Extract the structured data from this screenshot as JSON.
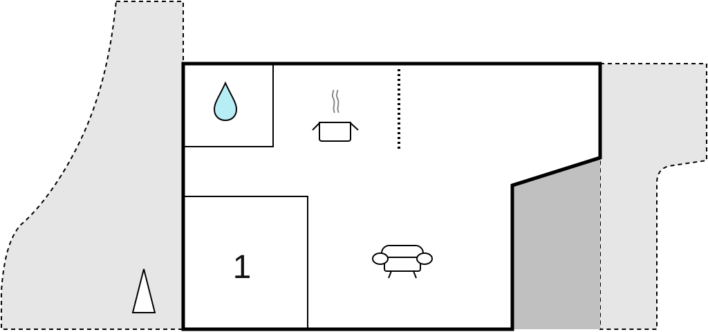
{
  "floorplan": {
    "rooms": [
      {
        "id": "bathroom",
        "icon": "water-drop-icon"
      },
      {
        "id": "bedroom",
        "label": "1",
        "icon": ""
      },
      {
        "id": "kitchen-living",
        "icons": [
          "cooking-pot-icon",
          "sofa-icon"
        ]
      },
      {
        "id": "staircase",
        "icon": "stairs-icon"
      }
    ],
    "outdoor_areas": [
      "terrace-left",
      "terrace-right"
    ],
    "north_arrow": "north-arrow-icon",
    "colors": {
      "outdoor_fill": "#e6e6e6",
      "covered_fill": "#c0c0c0",
      "wall": "#000000",
      "water": "#b7eef5"
    }
  }
}
